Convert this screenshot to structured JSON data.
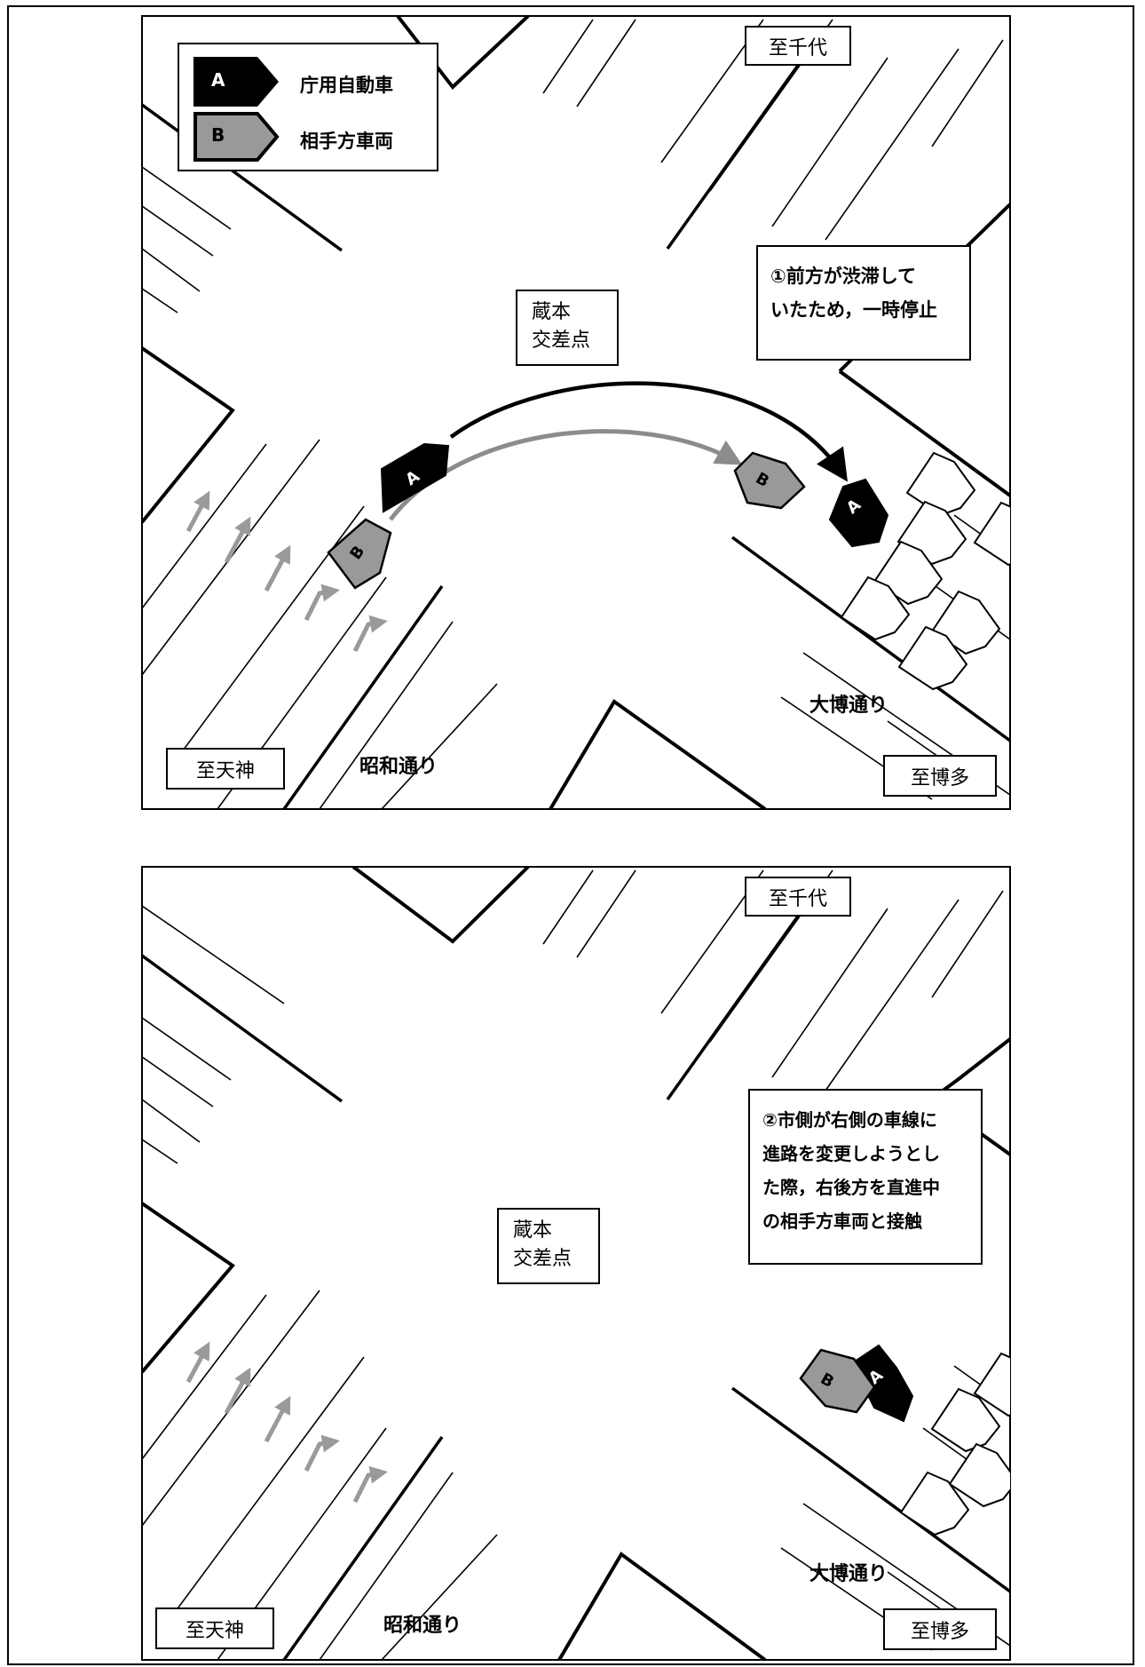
{
  "legend": {
    "a_letter": "A",
    "a_label": "庁用自動車",
    "b_letter": "B",
    "b_label": "相手方車両"
  },
  "panels": [
    {
      "north_label": "至千代",
      "intersection_line1": "蔵本",
      "intersection_line2": "交差点",
      "southwest_label": "至天神",
      "southeast_label": "至博多",
      "road_showa": "昭和通り",
      "road_daihaku": "大博通り",
      "note_lines": [
        "①前方が渋滞して",
        "いたため，一時停止"
      ],
      "vehicle_a_letter": "A",
      "vehicle_b_letter": "B"
    },
    {
      "north_label": "至千代",
      "intersection_line1": "蔵本",
      "intersection_line2": "交差点",
      "southwest_label": "至天神",
      "southeast_label": "至博多",
      "road_showa": "昭和通り",
      "road_daihaku": "大博通り",
      "note_lines": [
        "②市側が右側の車線に",
        "進路を変更しようとし",
        "た際，右後方を直進中",
        "の相手方車両と接触"
      ],
      "vehicle_a_letter": "A",
      "vehicle_b_letter": "B"
    }
  ],
  "colors": {
    "vehicle_a": "#000000",
    "vehicle_b": "#999999",
    "path_b": "#8c8c8c",
    "lane_arrow": "#9a9a9a"
  }
}
